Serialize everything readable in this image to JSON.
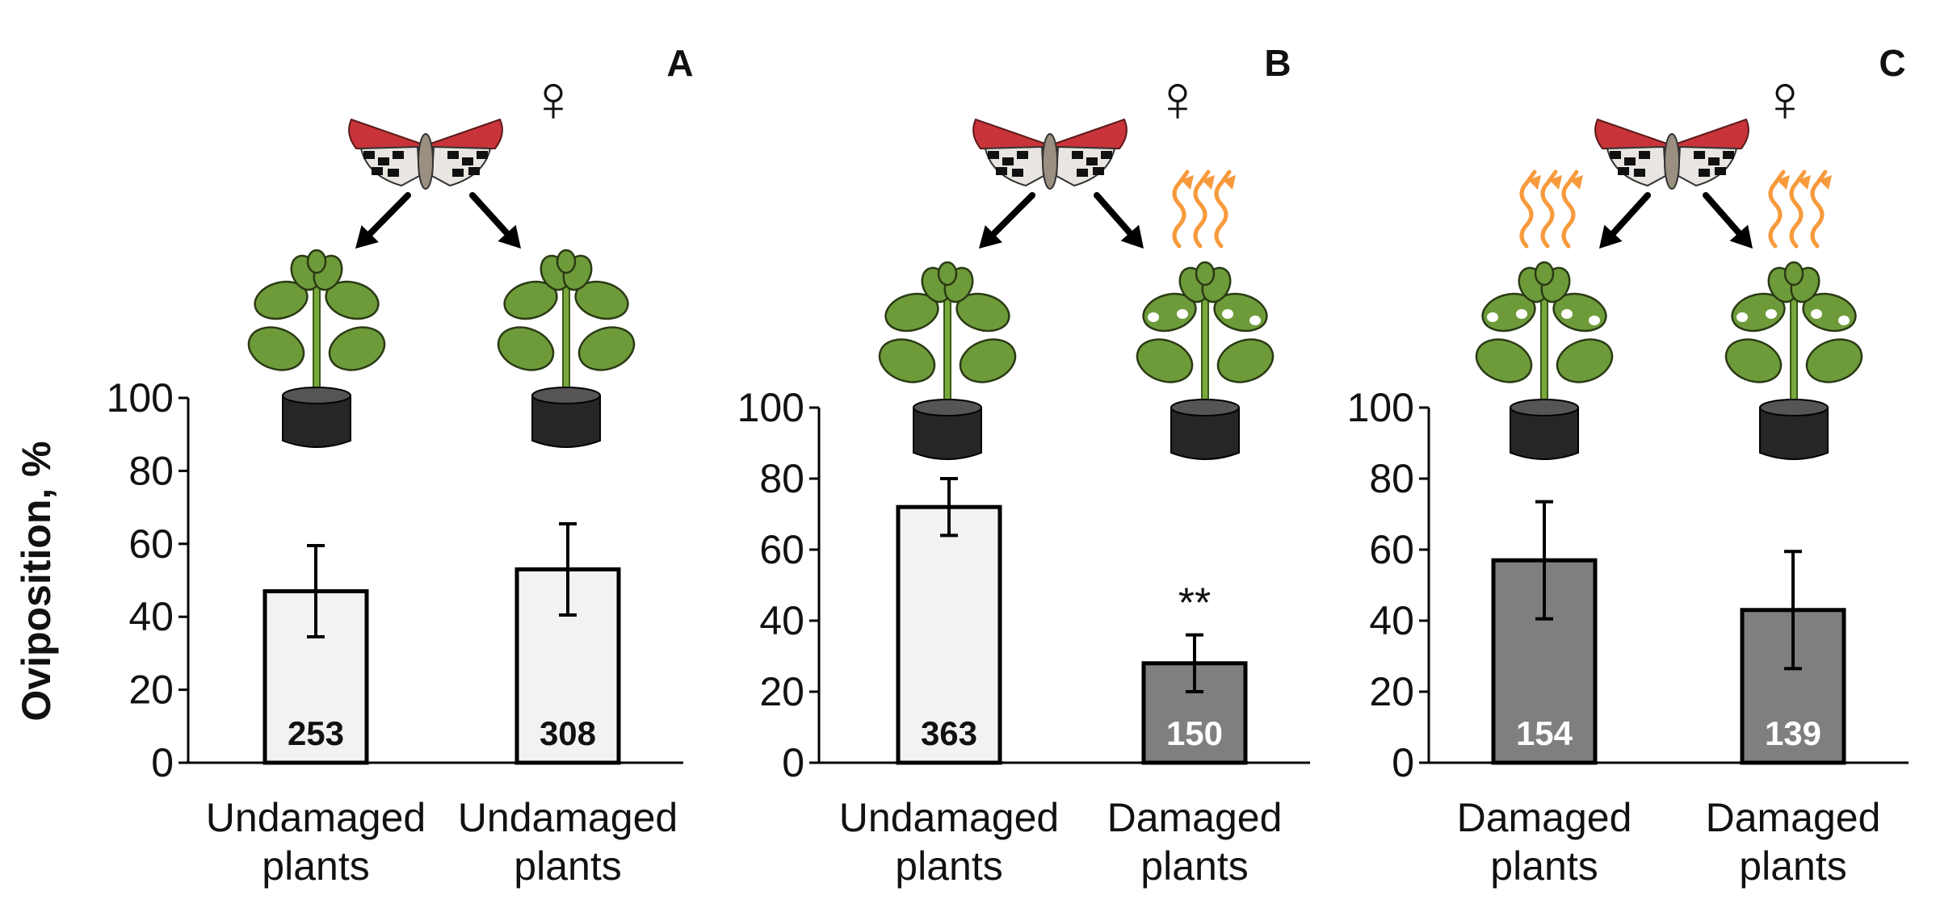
{
  "figure": {
    "ylabel": "Oviposition, %",
    "female_symbol": "♀",
    "colors": {
      "undamaged_bar": "#f2f2f2",
      "damaged_bar": "#7f7f7f",
      "bar_stroke": "#000000",
      "leaf": "#6e9b3a",
      "stem": "#79a83c",
      "pot": "#262626",
      "volatile": "#f79a3c",
      "moth_wing": "#c8343a"
    },
    "icons": [
      "moth-icon",
      "arrow-icon",
      "plant-icon",
      "volatile-icon",
      "female-symbol-icon"
    ]
  },
  "chart_data": [
    {
      "type": "bar",
      "panel": "A",
      "categories": [
        [
          "Undamaged",
          "plants"
        ],
        [
          "Undamaged",
          "plants"
        ]
      ],
      "values": [
        47,
        53
      ],
      "errors": [
        12.5,
        12.5
      ],
      "bar_labels": [
        "253",
        "308"
      ],
      "bar_types": [
        "undamaged",
        "undamaged"
      ],
      "annotation": "",
      "ylim": [
        0,
        100
      ],
      "yticks": [
        0,
        20,
        40,
        60,
        80,
        100
      ],
      "ylabel": "Oviposition, %"
    },
    {
      "type": "bar",
      "panel": "B",
      "categories": [
        [
          "Undamaged",
          "plants"
        ],
        [
          "Damaged",
          "plants"
        ]
      ],
      "values": [
        72,
        28
      ],
      "errors": [
        8,
        8
      ],
      "bar_labels": [
        "363",
        "150"
      ],
      "bar_types": [
        "undamaged",
        "damaged"
      ],
      "annotation": "**",
      "ylim": [
        0,
        100
      ],
      "yticks": [
        0,
        20,
        40,
        60,
        80,
        100
      ]
    },
    {
      "type": "bar",
      "panel": "C",
      "categories": [
        [
          "Damaged",
          "plants"
        ],
        [
          "Damaged",
          "plants"
        ]
      ],
      "values": [
        57,
        43
      ],
      "errors": [
        16.5,
        16.5
      ],
      "bar_labels": [
        "154",
        "139"
      ],
      "bar_types": [
        "damaged",
        "damaged"
      ],
      "annotation": "",
      "ylim": [
        0,
        100
      ],
      "yticks": [
        0,
        20,
        40,
        60,
        80,
        100
      ]
    }
  ]
}
